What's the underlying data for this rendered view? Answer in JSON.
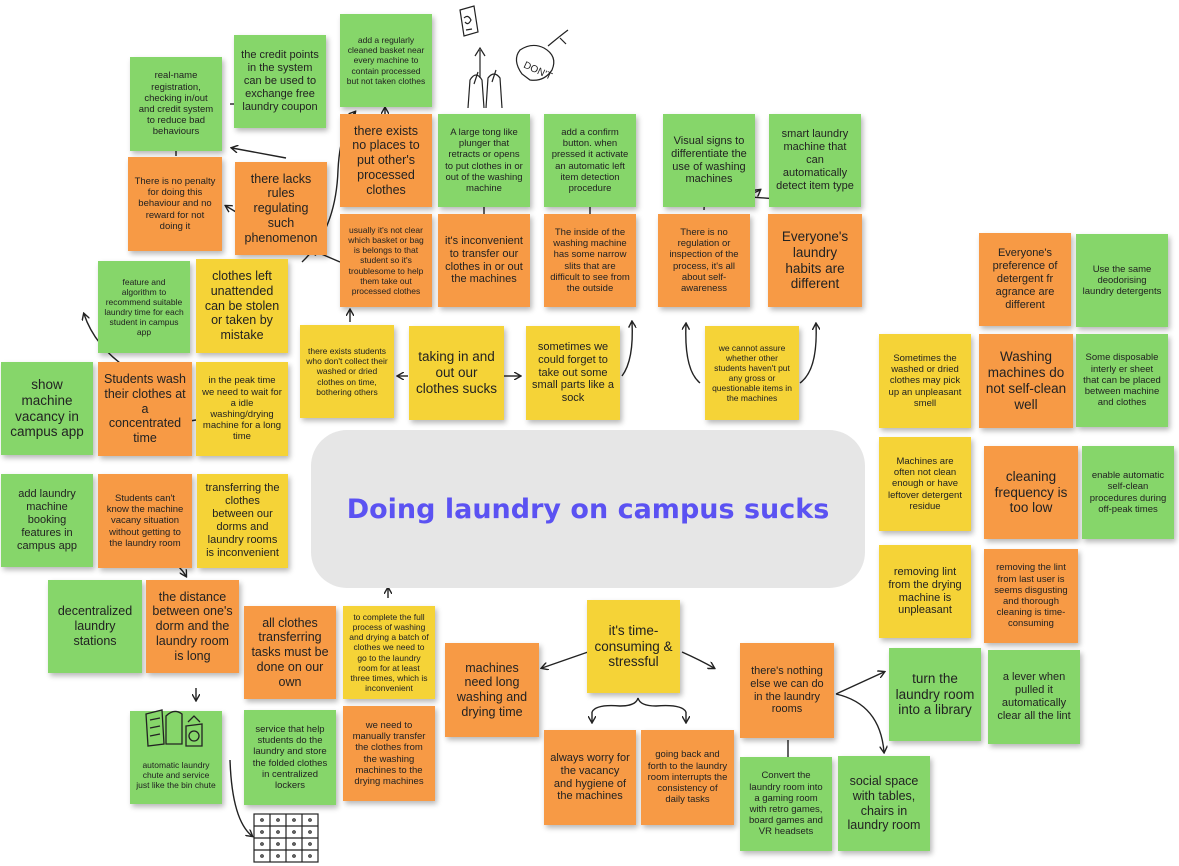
{
  "center": {
    "title": "Doing laundry on campus sucks"
  },
  "notes": {
    "n01": "real-name registration, checking in/out and credit system to reduce bad behaviours",
    "n02": "the credit points in the system can be used to exchange free laundry coupon",
    "n03": "add a regularly cleaned basket near every machine to contain processed but not taken clothes",
    "n04": "A large tong like plunger that retracts or opens to put clothes in or out of the washing machine",
    "n05": "add a confirm button. when pressed it activate an automatic left item detection procedure",
    "n06": "Visual signs to differentiate the use of washing machines",
    "n07": "smart laundry machine that can automatically detect item type",
    "n08": "There is no penalty for doing this behaviour and no reward for not doing it",
    "n09": "there lacks rules regulating such phenomenon",
    "n10": "there exists no places to put other's processed clothes",
    "n11": "usually it's not clear which basket or bag is belongs to that student so it's troublesome to help them take out processed clothes",
    "n12": "it's inconvenient to transfer our clothes in or out the machines",
    "n13": "The inside of the washing machine has some narrow slits that are difficult to see from the outside",
    "n14": "There is no regulation or inspection of the process, it's all about self-awareness",
    "n15": "Everyone's laundry habits are different",
    "n16": "feature and algorithm to recommend suitable laundry time for each student in campus app",
    "n17": "clothes left unattended can be stolen or taken by mistake",
    "n18": "there exists students who don't collect their washed or dried clothes on time, bothering others",
    "n19": "taking in and out our clothes sucks",
    "n20": "sometimes we could forget to take out some small parts like a sock",
    "n21": "we cannot assure whether other students haven't put any gross or questionable items in the machines",
    "n22": "Everyone's preference of detergent fr agrance are different",
    "n23": "Use the same deodorising laundry detergents",
    "n24": "show machine vacancy in campus app",
    "n25": "Students wash their clothes at a concentrated time",
    "n26": "in the peak time we need to wait for a idle washing/drying machine for a long time",
    "n27": "Sometimes the washed or dried clothes may pick up an unpleasant smell",
    "n28": "Washing machines do not self-clean well",
    "n29": "Some disposable interly er sheet that can be placed between machine and clothes",
    "n30": "add laundry machine booking features in campus app",
    "n31": "Students can't know the machine vacany situation without getting to the laundry room",
    "n32": "transferring the clothes between our dorms and laundry rooms is inconvenient",
    "n33": "Machines are often not clean enough or have leftover detergent residue",
    "n34": "cleaning frequency is too low",
    "n35": "enable automatic self-clean procedures during off-peak times",
    "n36": "decentralized laundry stations",
    "n37": "the distance between one's dorm and the laundry room is long",
    "n38": "removing lint from the drying machine is unpleasant",
    "n39": "removing the lint from last user is seems disgusting and thorough cleaning is time-consuming",
    "n40": "all clothes transferring tasks must be done on our own",
    "n41": "to complete the full process of washing and drying a batch of clothes we need to go to the laundry room for at least three times, which is inconvenient",
    "n42": "it's time-consuming & stressful",
    "n43": "machines need long washing and drying time",
    "n44": "there's nothing else we can do in the laundry rooms",
    "n45": "turn the laundry room into a library",
    "n46": "a lever when pulled it automatically clear all the lint",
    "n47": "service that help students do the laundry and store the folded clothes in centralized lockers",
    "n48": "we need to manually transfer the clothes from the washing machines to the drying machines",
    "n49": "always worry for the vacancy and hygiene of the machines",
    "n50": "going back and forth to the laundry room interrupts the consistency of daily tasks",
    "n51": "Convert the laundry room into a gaming room with retro games, board games and VR headsets",
    "n52": "social space with tables, chairs in laundry room",
    "n53": "automatic laundry chute and service just like the bin chute"
  },
  "sketch": {
    "notes_text": "DON'T"
  }
}
